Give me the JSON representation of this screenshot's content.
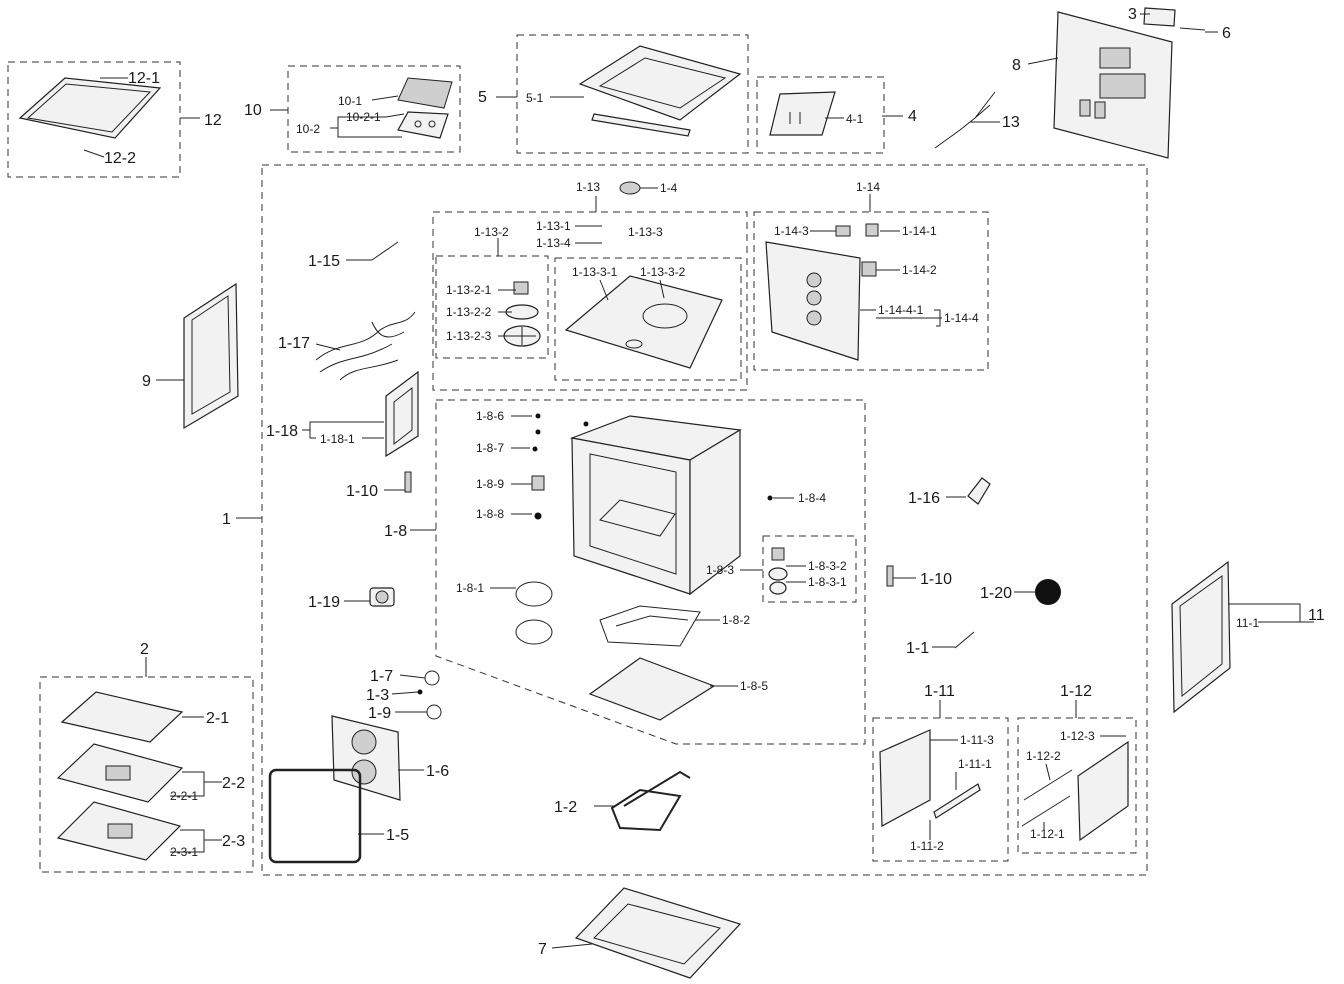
{
  "labels": {
    "l1": "1",
    "l2": "2",
    "l3": "3",
    "l4": "4",
    "l5": "5",
    "l6": "6",
    "l7": "7",
    "l8": "8",
    "l9": "9",
    "l10": "10",
    "l11": "11",
    "l12": "12",
    "l13": "13",
    "l2_1": "2-1",
    "l2_2": "2-2",
    "l2_2_1": "2-2-1",
    "l2_3": "2-3",
    "l2_3_1": "2-3-1",
    "l4_1": "4-1",
    "l5_1": "5-1",
    "l10_1": "10-1",
    "l10_2": "10-2",
    "l10_2_1": "10-2-1",
    "l11_1": "11-1",
    "l12_1": "12-1",
    "l12_2": "12-2",
    "l1_1": "1-1",
    "l1_2": "1-2",
    "l1_3": "1-3",
    "l1_4": "1-4",
    "l1_5": "1-5",
    "l1_6": "1-6",
    "l1_7": "1-7",
    "l1_8": "1-8",
    "l1_9": "1-9",
    "l1_10a": "1-10",
    "l1_10b": "1-10",
    "l1_8_1": "1-8-1",
    "l1_8_2": "1-8-2",
    "l1_8_3": "1-8-3",
    "l1_8_3_1": "1-8-3-1",
    "l1_8_3_2": "1-8-3-2",
    "l1_8_4": "1-8-4",
    "l1_8_5": "1-8-5",
    "l1_8_6": "1-8-6",
    "l1_8_7": "1-8-7",
    "l1_8_8": "1-8-8",
    "l1_8_9": "1-8-9",
    "l1_11": "1-11",
    "l1_11_1": "1-11-1",
    "l1_11_2": "1-11-2",
    "l1_11_3": "1-11-3",
    "l1_12": "1-12",
    "l1_12_1": "1-12-1",
    "l1_12_2": "1-12-2",
    "l1_12_3": "1-12-3",
    "l1_13": "1-13",
    "l1_13_1": "1-13-1",
    "l1_13_2": "1-13-2",
    "l1_13_2_1": "1-13-2-1",
    "l1_13_2_2": "1-13-2-2",
    "l1_13_2_3": "1-13-2-3",
    "l1_13_3": "1-13-3",
    "l1_13_3_1": "1-13-3-1",
    "l1_13_3_2": "1-13-3-2",
    "l1_13_4": "1-13-4",
    "l1_14": "1-14",
    "l1_14_1": "1-14-1",
    "l1_14_2": "1-14-2",
    "l1_14_3": "1-14-3",
    "l1_14_4": "1-14-4",
    "l1_14_4_1": "1-14-4-1",
    "l1_15": "1-15",
    "l1_16": "1-16",
    "l1_17": "1-17",
    "l1_18": "1-18",
    "l1_18_1": "1-18-1",
    "l1_19": "1-19",
    "l1_20": "1-20"
  }
}
